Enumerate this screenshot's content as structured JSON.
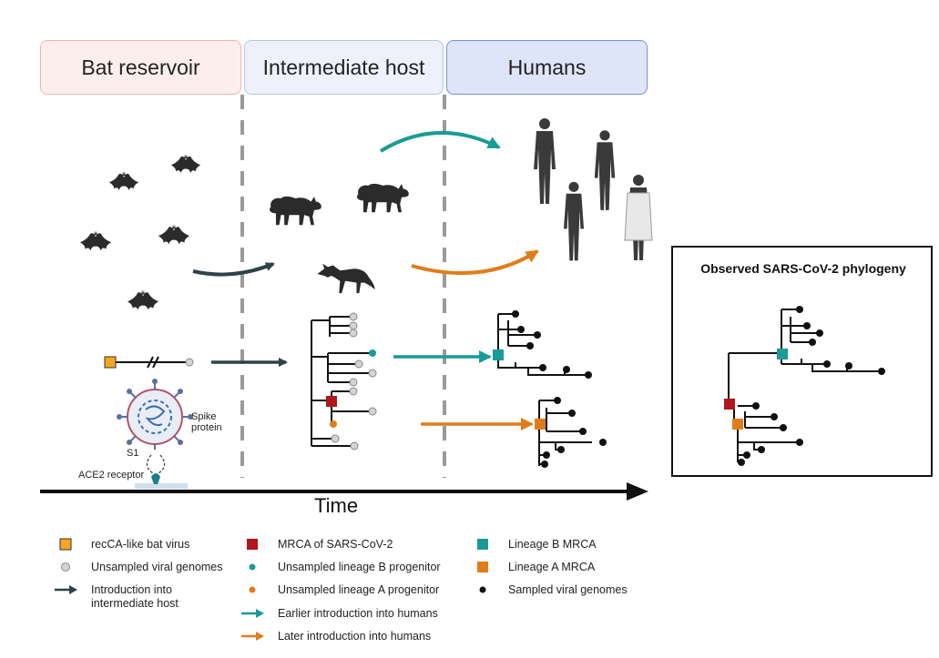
{
  "headers": {
    "bat_reservoir": "Bat reservoir",
    "intermediate_host": "Intermediate host",
    "humans": "Humans"
  },
  "labels": {
    "spike_protein": "Spike\nprotein",
    "s1": "S1",
    "ace2": "ACE2 receptor",
    "time": "Time"
  },
  "observed_panel": {
    "title": "Observed SARS-CoV-2 phylogeny"
  },
  "legend": {
    "col1": [
      {
        "symbol": "orange-square",
        "text": "recCA-like bat virus"
      },
      {
        "symbol": "gray-circle",
        "text": "Unsampled viral genomes"
      },
      {
        "symbol": "dark-arrow",
        "text": "Introduction into\nintermediate host"
      }
    ],
    "col2": [
      {
        "symbol": "red-square",
        "text": "MRCA of SARS-CoV-2"
      },
      {
        "symbol": "teal-dot",
        "text": "Unsampled lineage B progenitor"
      },
      {
        "symbol": "orange-dot",
        "text": "Unsampled lineage A progenitor"
      },
      {
        "symbol": "teal-arrow",
        "text": "Earlier introduction into humans"
      },
      {
        "symbol": "orange-arrow",
        "text": "Later introduction into humans"
      }
    ],
    "col3": [
      {
        "symbol": "teal-square",
        "text": "Lineage B MRCA"
      },
      {
        "symbol": "orange-square-2",
        "text": "Lineage A MRCA"
      },
      {
        "symbol": "black-dot",
        "text": "Sampled viral genomes"
      }
    ]
  },
  "colors": {
    "teal": "#1a9b96",
    "orange": "#e07d1a",
    "red": "#b0161c",
    "dark_slate": "#2f4149",
    "bat_orange": "#f5a623",
    "gray_node": "#d3d3d3",
    "animal": "#2b2b2b"
  }
}
